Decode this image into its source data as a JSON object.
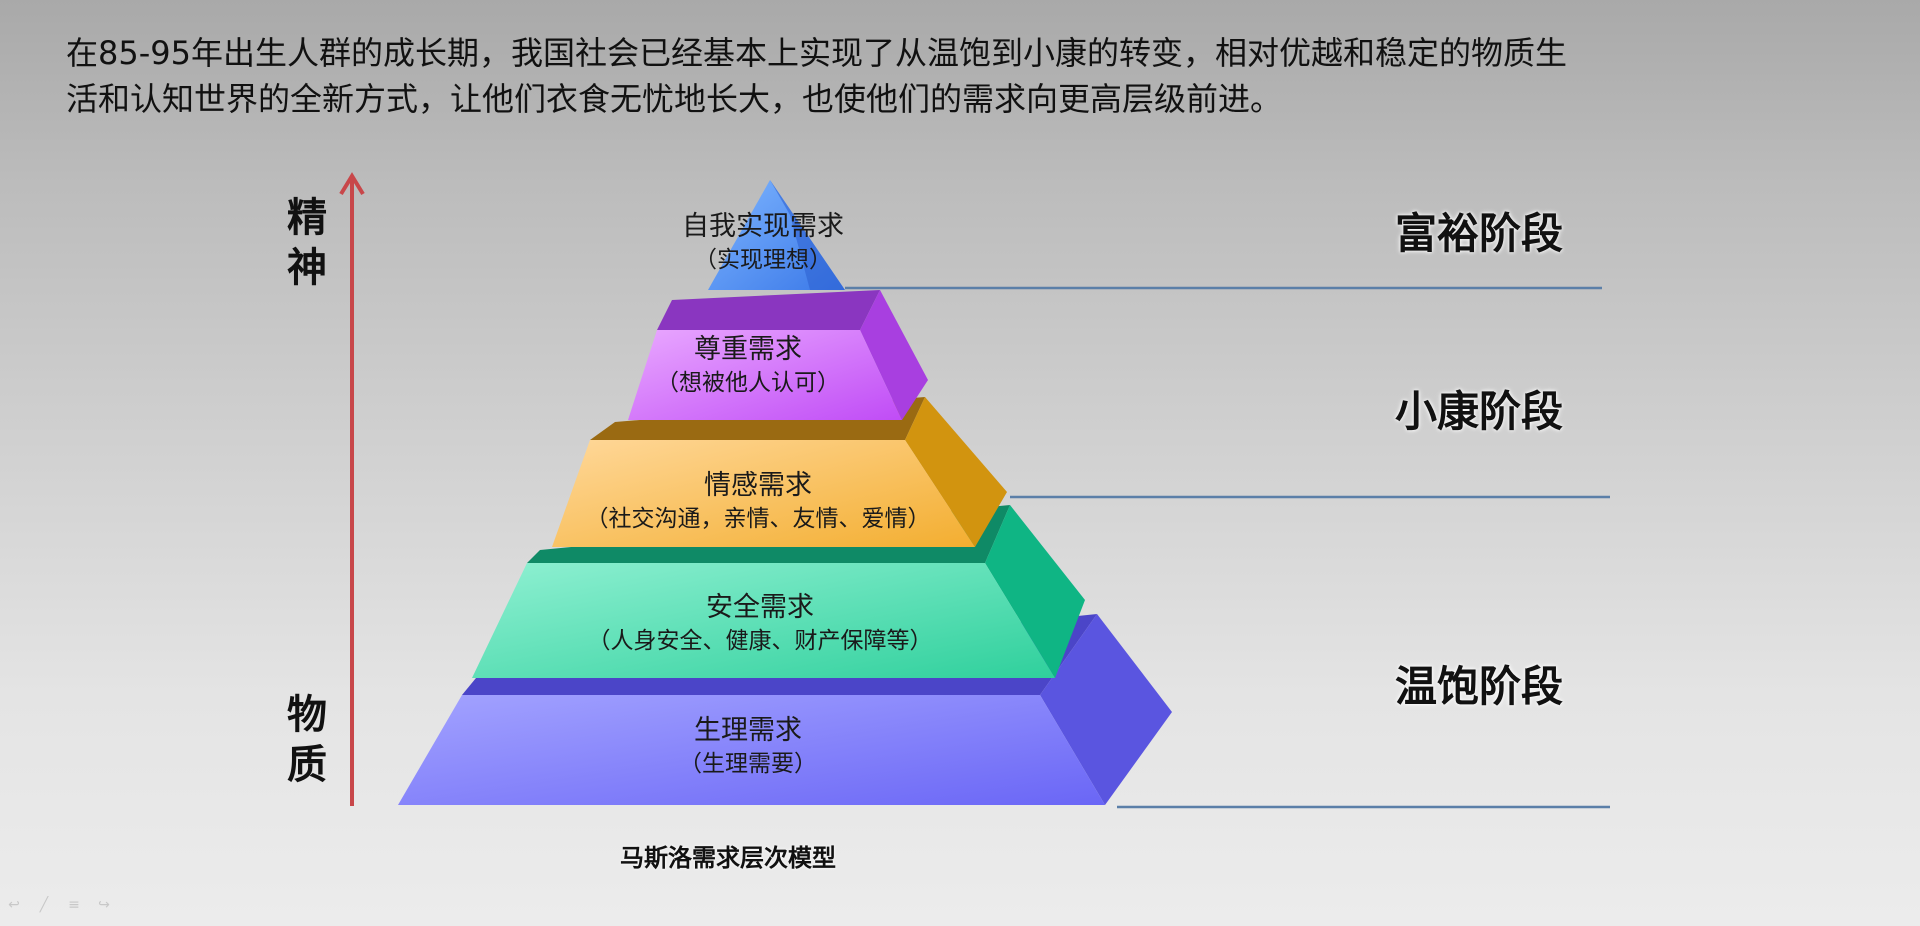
{
  "intro": {
    "line1": "在85-95年出生人群的成长期，我国社会已经基本上实现了从温饱到小康的转变，相对优越和稳定的物质生",
    "line2": "活和认知世界的全新方式，让他们衣食无忧地长大，也使他们的需求向更高层级前进。"
  },
  "axis": {
    "top_label": [
      "精",
      "神"
    ],
    "bottom_label": [
      "物",
      "质"
    ],
    "arrow_color": "#c8474a"
  },
  "pyramid": {
    "layers": [
      {
        "title": "自我实现需求",
        "subtitle": "（实现理想）",
        "color": "#4f8ff0"
      },
      {
        "title": "尊重需求",
        "subtitle": "（想被他人认可）",
        "color": "#cc66ff"
      },
      {
        "title": "情感需求",
        "subtitle": "（社交沟通，亲情、友情、爱情）",
        "color": "#f6b84a"
      },
      {
        "title": "安全需求",
        "subtitle": "（人身安全、健康、财产保障等）",
        "color": "#4fd9b0"
      },
      {
        "title": "生理需求",
        "subtitle": "（生理需要）",
        "color": "#7c7cff"
      }
    ]
  },
  "stages": [
    {
      "label": "富裕阶段"
    },
    {
      "label": "小康阶段"
    },
    {
      "label": "温饱阶段"
    }
  ],
  "divider_color": "#5b7fa8",
  "caption": "马斯洛需求层次模型",
  "toolbar": {
    "icons": [
      "back-arrow-icon",
      "pen-icon",
      "menu-icon",
      "forward-arrow-icon"
    ]
  }
}
